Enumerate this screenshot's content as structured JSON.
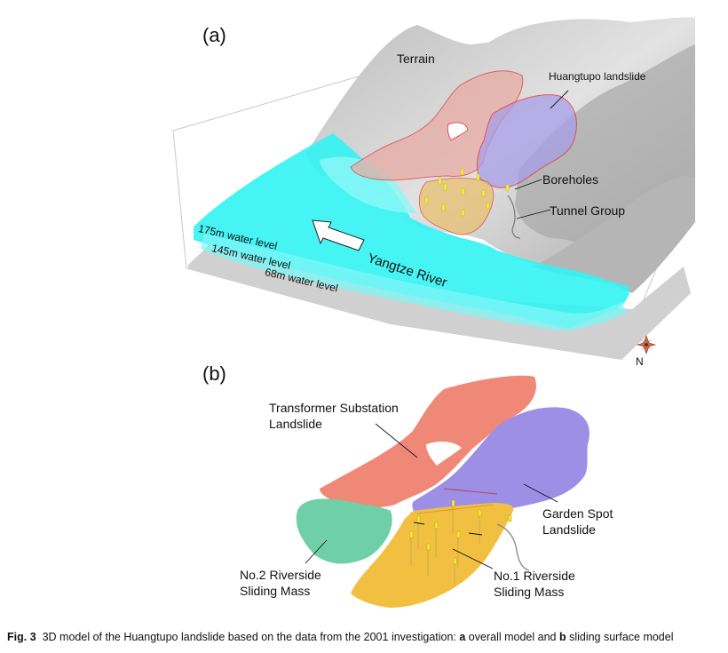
{
  "panels": [
    {
      "letter": "(a)",
      "labels": {
        "terrain": "Terrain",
        "huangtupo": "Huangtupo landslide",
        "boreholes": "Boreholes",
        "tunnel_group": "Tunnel Group",
        "water_175": "175m water level",
        "water_145": "145m water level",
        "water_68": "68m water level",
        "river": "Yangtze River",
        "north": "N"
      }
    },
    {
      "letter": "(b)",
      "labels": {
        "transformer_line1": "Transformer Substation",
        "transformer_line2": "Landslide",
        "garden_line1": "Garden Spot",
        "garden_line2": "Landslide",
        "no2_line1": "No.2 Riverside",
        "no2_line2": "Sliding Mass",
        "no1_line1": "No.1 Riverside",
        "no1_line2": "Sliding Mass"
      }
    }
  ],
  "caption": {
    "fig": "Fig. 3",
    "text": "3D model of the Huangtupo landslide based on the data from the 2001 investigation: ",
    "a": "a",
    "a_text": " overall model and ",
    "b": "b",
    "b_text": " sliding surface model"
  },
  "colors": {
    "terrain": "#cfcfcf",
    "water": "#33f3f3",
    "transformer": "#f08878",
    "garden": "#9d8ee6",
    "no2": "#6fd0a8",
    "no1": "#f2c040",
    "borehole": "#f4f040",
    "outline_red": "#e03030"
  }
}
